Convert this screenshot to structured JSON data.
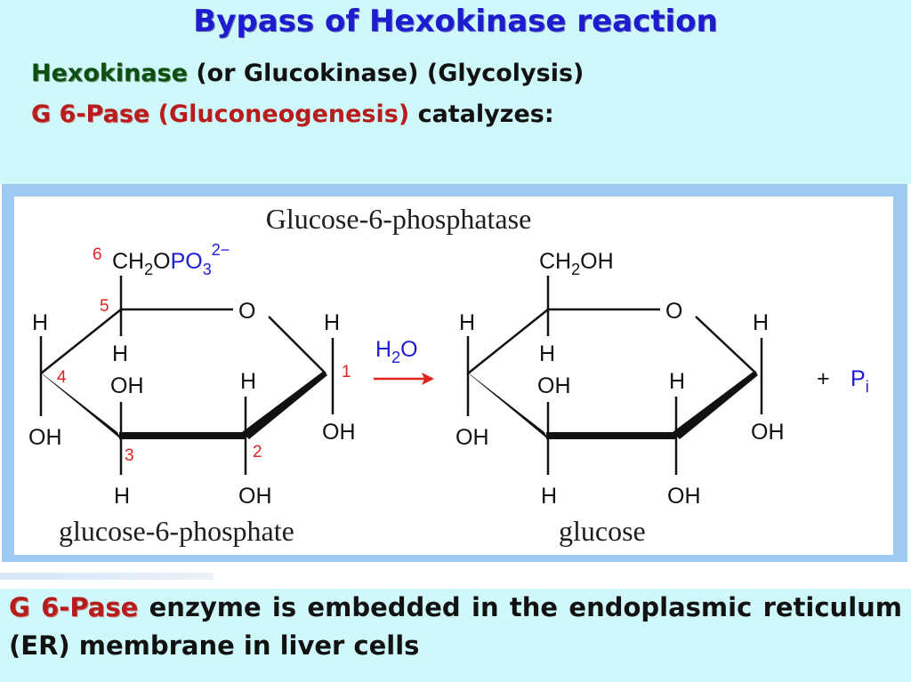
{
  "header": {
    "title": "Bypass of Hexokinase reaction",
    "line1": {
      "enzyme": "Hexokinase",
      "rest": " (or Glucokinase) (Glycolysis)"
    },
    "line2": {
      "enzyme": "G 6-Pase",
      "pathway": " (Gluconeogenesis)",
      "verb": " catalyzes:"
    }
  },
  "diagram": {
    "enzyme_label": "Glucose-6-phosphatase",
    "reactant": {
      "name": "glucose-6-phosphate",
      "substituent_base": "CH",
      "substituent_sub": "2",
      "substituent_o": "O",
      "phosphate_base": "PO",
      "phosphate_sub": "3",
      "phosphate_charge": "2−",
      "carbon_numbers": [
        "6",
        "5",
        "4",
        "3",
        "2",
        "1"
      ]
    },
    "product": {
      "name": "glucose",
      "substituent_base": "CH",
      "substituent_sub": "2",
      "substituent_rest": "OH"
    },
    "atoms": {
      "ring_o": "O",
      "h": "H",
      "oh": "OH"
    },
    "reagent": {
      "base": "H",
      "sub": "2",
      "rest": "O"
    },
    "byproduct": {
      "plus": "+",
      "base": "P",
      "sub": "i"
    },
    "colors": {
      "red_label": "#e0231f",
      "blue_label": "#1c1cd6",
      "arrow": "#e0231f"
    }
  },
  "footer": {
    "enzyme": "G 6-Pase",
    "text": " enzyme is embedded in the endoplasmic reticulum (ER) membrane in liver cells"
  }
}
